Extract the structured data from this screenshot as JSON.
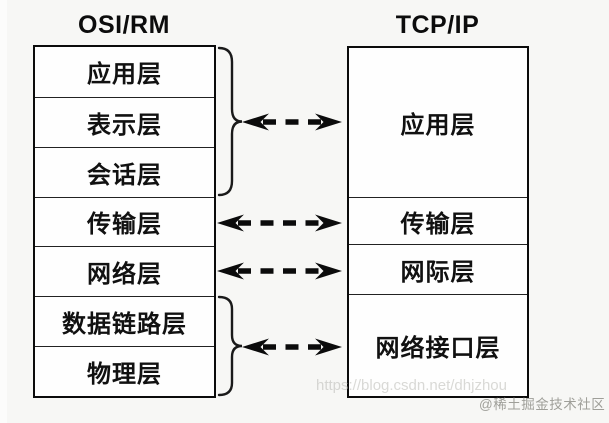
{
  "page": {
    "background": "#f7f7f5",
    "type": "layer-model-comparison-diagram"
  },
  "osi": {
    "title": "OSI/RM",
    "layers": [
      "应用层",
      "表示层",
      "会话层",
      "传输层",
      "网络层",
      "数据链路层",
      "物理层"
    ]
  },
  "tcpip": {
    "title": "TCP/IP",
    "layers": [
      "应用层",
      "传输层",
      "网际层",
      "网络接口层"
    ]
  },
  "mappings": [
    {
      "osi_layers": [
        "应用层",
        "表示层",
        "会话层"
      ],
      "tcpip_layer": "应用层",
      "connector": "brace-plus-dashed-double-arrow"
    },
    {
      "osi_layers": [
        "传输层"
      ],
      "tcpip_layer": "传输层",
      "connector": "dashed-double-arrow"
    },
    {
      "osi_layers": [
        "网络层"
      ],
      "tcpip_layer": "网际层",
      "connector": "dashed-double-arrow"
    },
    {
      "osi_layers": [
        "数据链路层",
        "物理层"
      ],
      "tcpip_layer": "网络接口层",
      "connector": "brace-plus-dashed-double-arrow"
    }
  ],
  "watermarks": {
    "url": "https://blog.csdn.net/dhjzhou",
    "community": "@稀土掘金技术社区"
  },
  "colors": {
    "line": "#0b0b0b",
    "box_fill": "#fefefe",
    "watermark_url": "#bebab4",
    "watermark_community": "#888882"
  }
}
